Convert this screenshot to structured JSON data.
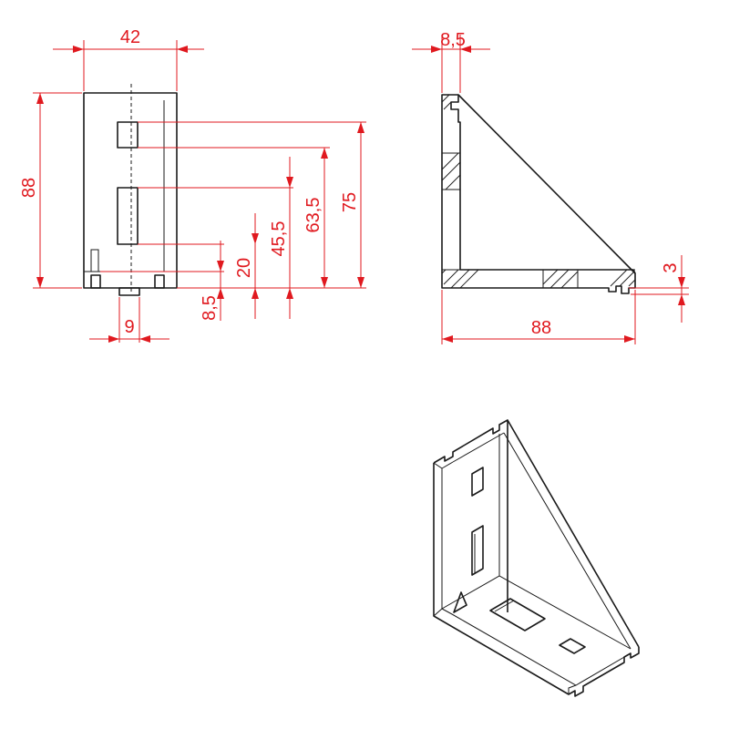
{
  "dimensions": {
    "width_42": "42",
    "height_88": "88",
    "h_75": "75",
    "h_63_5": "63,5",
    "h_45_5": "45,5",
    "h_20": "20",
    "h_8_5_front": "8,5",
    "w_9": "9",
    "t_8_5_side": "8,5",
    "len_88_side": "88",
    "t_3": "3"
  },
  "colors": {
    "dimension": "#e0191f",
    "outline": "#1a1a1a",
    "background": "#ffffff"
  }
}
